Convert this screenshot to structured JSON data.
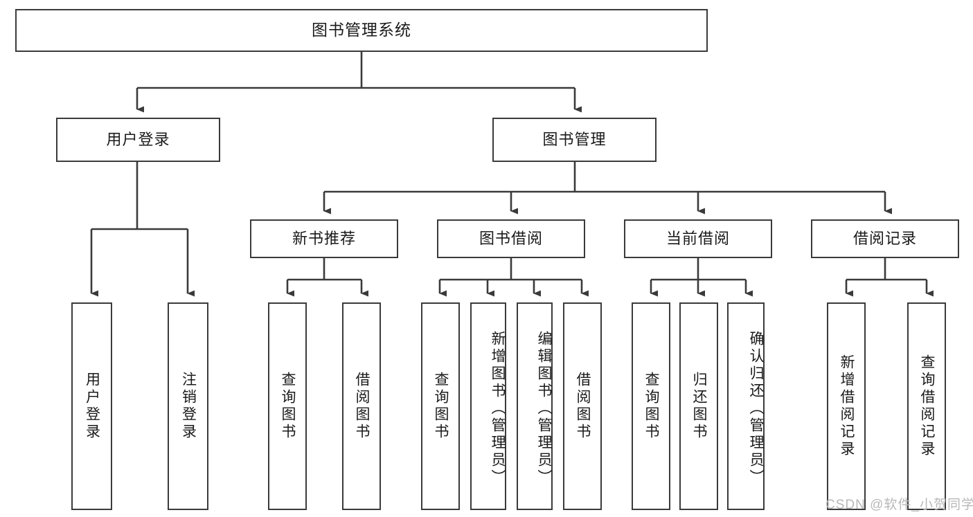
{
  "diagram": {
    "title": "图书管理系统",
    "type": "tree",
    "watermark": "CSDN @软件_小贺同学",
    "colors": {
      "box_border": "#3a3a3a",
      "box_fill": "#ffffff",
      "edge": "#3a3a3a",
      "text": "#1a1a1a",
      "watermark": "#b8b8b8"
    },
    "nodes": {
      "root": {
        "label": "图书管理系统"
      },
      "level2": [
        {
          "id": "user-login",
          "label": "用户登录"
        },
        {
          "id": "book-manage",
          "label": "图书管理"
        }
      ],
      "level3": [
        {
          "id": "new-book-rec",
          "label": "新书推荐"
        },
        {
          "id": "book-borrow",
          "label": "图书借阅"
        },
        {
          "id": "current-borrow",
          "label": "当前借阅"
        },
        {
          "id": "borrow-record",
          "label": "借阅记录"
        }
      ],
      "leaves": {
        "user_login": [
          {
            "id": "leaf-user-login",
            "label": "用户登录"
          },
          {
            "id": "leaf-logout",
            "label": "注销登录"
          }
        ],
        "new_book_rec": [
          {
            "id": "leaf-query-book-1",
            "label": "查询图书"
          },
          {
            "id": "leaf-borrow-book-1",
            "label": "借阅图书"
          }
        ],
        "book_borrow": [
          {
            "id": "leaf-query-book-2",
            "label": "查询图书"
          },
          {
            "id": "leaf-add-book",
            "label": "新增图书（管理员）"
          },
          {
            "id": "leaf-edit-book",
            "label": "编辑图书（管理员）"
          },
          {
            "id": "leaf-borrow-book-2",
            "label": "借阅图书"
          }
        ],
        "current_borrow": [
          {
            "id": "leaf-query-book-3",
            "label": "查询图书"
          },
          {
            "id": "leaf-return-book",
            "label": "归还图书"
          },
          {
            "id": "leaf-confirm-return",
            "label": "确认归还（管理员）"
          }
        ],
        "borrow_record": [
          {
            "id": "leaf-add-record",
            "label": "新增借阅记录"
          },
          {
            "id": "leaf-query-record",
            "label": "查询借阅记录"
          }
        ]
      }
    }
  }
}
